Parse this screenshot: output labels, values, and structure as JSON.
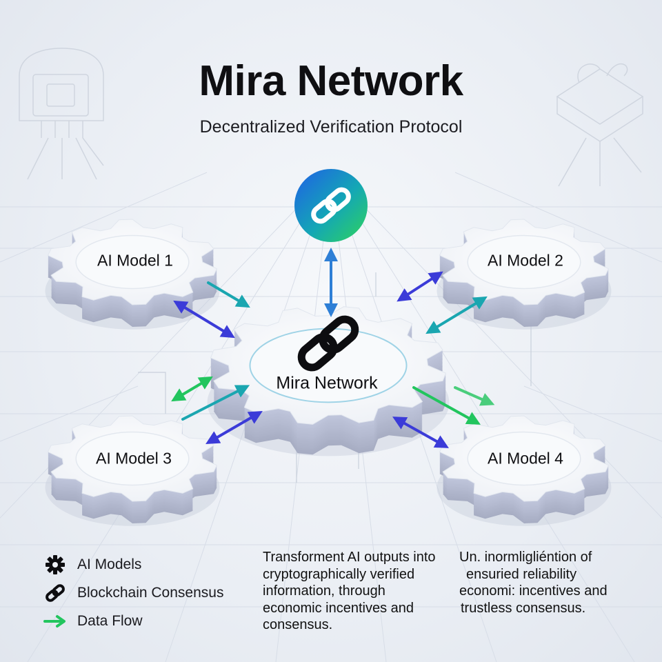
{
  "header": {
    "title": "Mira Network",
    "subtitle": "Decentralized Verification Protocol"
  },
  "nodes": {
    "center": "Mira Network",
    "model1": "AI Model 1",
    "model2": "AI Model 2",
    "model3": "AI Model 3",
    "model4": "AI Model 4"
  },
  "legend": {
    "models": "AI Models",
    "consensus": "Blockchain Consensus",
    "flow": "Data Flow"
  },
  "description_left": [
    "Transforment AI outputs into",
    "cryptographically verified",
    "information, through",
    "economic incentives and",
    "consensus."
  ],
  "description_right": [
    "Un. inormligliéntion of",
    "ensuried reliability",
    "economi: incentives and",
    "trustless consensus."
  ],
  "colors": {
    "blue_arrow": "#2e7fd6",
    "violet_arrow": "#3b3bd8",
    "teal_arrow": "#1aa6b0",
    "green_arrow": "#22c55e",
    "gear_face": "#f4f6fa",
    "gear_side": "#b9c1d2",
    "badge_start": "#1f6fe0",
    "badge_end": "#22c55e"
  }
}
